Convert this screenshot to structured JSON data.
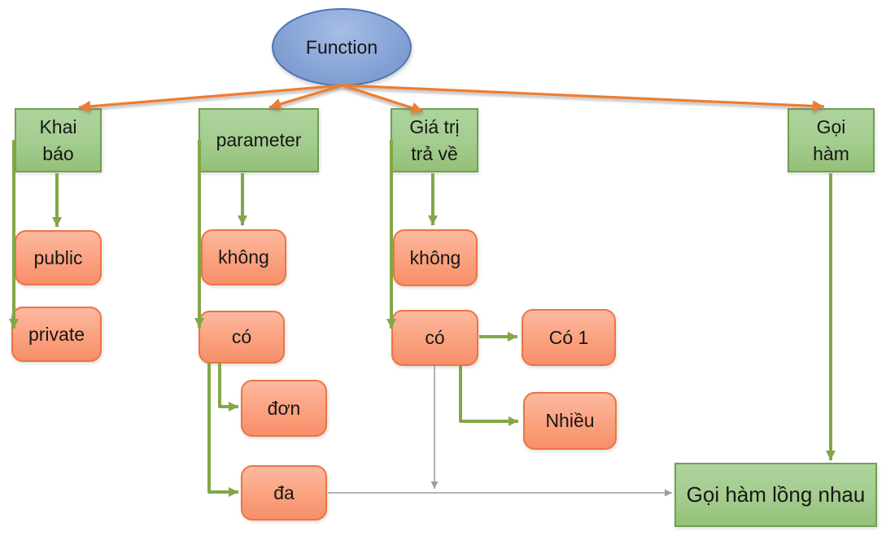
{
  "nodes": {
    "function": {
      "label": "Function"
    },
    "khai_bao": {
      "label": "Khai\nbáo"
    },
    "parameter": {
      "label": "parameter"
    },
    "gia_tri": {
      "label": "Giá trị\ntrả về"
    },
    "goi_ham": {
      "label": "Gọi\nhàm"
    },
    "public": {
      "label": "public"
    },
    "private": {
      "label": "private"
    },
    "khong_param": {
      "label": "không"
    },
    "co_param": {
      "label": "có"
    },
    "don": {
      "label": "đơn"
    },
    "da": {
      "label": "đa"
    },
    "khong_ret": {
      "label": "không"
    },
    "co_ret": {
      "label": "có"
    },
    "co_1": {
      "label": "Có 1"
    },
    "nhieu": {
      "label": "Nhiều"
    },
    "long_nhau": {
      "label": "Gọi hàm lồng nhau"
    }
  },
  "colors": {
    "root_fill": "#8CA8D9",
    "root_border": "#4F75B5",
    "category_fill": "#A3CC8E",
    "category_border": "#6F9F53",
    "leaf_fill": "#FA9F7C",
    "leaf_border": "#EE7442",
    "edge_primary": "#ED7D31",
    "edge_secondary": "#83A748",
    "edge_tertiary": "#9E9E9E",
    "text": "#161616"
  },
  "edges": [
    {
      "from": "function",
      "to": "khai_bao",
      "style": "orange"
    },
    {
      "from": "function",
      "to": "parameter",
      "style": "orange"
    },
    {
      "from": "function",
      "to": "gia_tri",
      "style": "orange"
    },
    {
      "from": "function",
      "to": "goi_ham",
      "style": "orange"
    },
    {
      "from": "khai_bao",
      "to": "public",
      "style": "green"
    },
    {
      "from": "khai_bao",
      "to": "private",
      "style": "green"
    },
    {
      "from": "parameter",
      "to": "khong_param",
      "style": "green"
    },
    {
      "from": "parameter",
      "to": "co_param",
      "style": "green"
    },
    {
      "from": "co_param",
      "to": "don",
      "style": "green"
    },
    {
      "from": "co_param",
      "to": "da",
      "style": "green"
    },
    {
      "from": "gia_tri",
      "to": "khong_ret",
      "style": "green"
    },
    {
      "from": "gia_tri",
      "to": "co_ret",
      "style": "green"
    },
    {
      "from": "co_ret",
      "to": "co_1",
      "style": "green"
    },
    {
      "from": "co_ret",
      "to": "nhieu",
      "style": "green"
    },
    {
      "from": "goi_ham",
      "to": "long_nhau",
      "style": "green"
    },
    {
      "from": "da",
      "to": "long_nhau",
      "style": "gray"
    },
    {
      "from": "co_ret",
      "to": "long_nhau",
      "style": "gray"
    }
  ]
}
